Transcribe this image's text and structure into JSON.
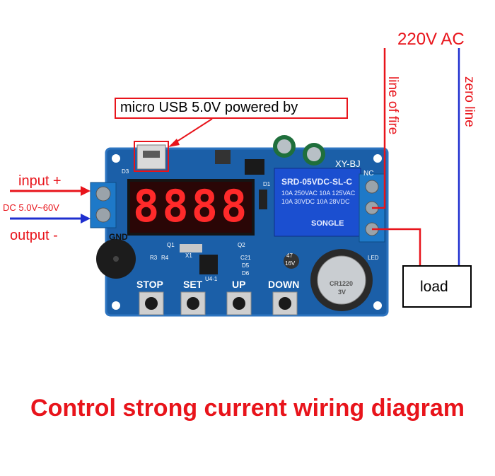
{
  "power": {
    "ac_label": "220V AC",
    "fire_label": "line of fire",
    "zero_label": "zero line",
    "wire_red": "#e8141b",
    "wire_blue": "#1f2fcf"
  },
  "usb": {
    "label": "micro USB 5.0V powered by"
  },
  "dc_input": {
    "plus_label": "input +",
    "range_label": "DC 5.0V~60V",
    "minus_label": "output -"
  },
  "load": {
    "label": "load"
  },
  "board": {
    "model": "XY-BJ",
    "color": "#1b5fa8",
    "display_digits": "8888",
    "gnd_label": "GND",
    "nc_label": "NC",
    "buttons": [
      "STOP",
      "SET",
      "UP",
      "DOWN"
    ],
    "relay": {
      "model": "SRD-05VDC-SL-C",
      "ratings": [
        "10A 250VAC  10A 125VAC",
        "10A 30VDC  10A 28VDC"
      ],
      "brand": "SONGLE"
    },
    "battery_text": [
      "CR1220",
      "3V"
    ],
    "component_labels": [
      "D3",
      "D1",
      "Q1",
      "Q2",
      "X1",
      "R3",
      "R4",
      "C21",
      "D5",
      "D6",
      "U4-1",
      "LED"
    ],
    "capacitor_text": [
      "47",
      "16V"
    ]
  },
  "caption": "Control strong current wiring diagram"
}
